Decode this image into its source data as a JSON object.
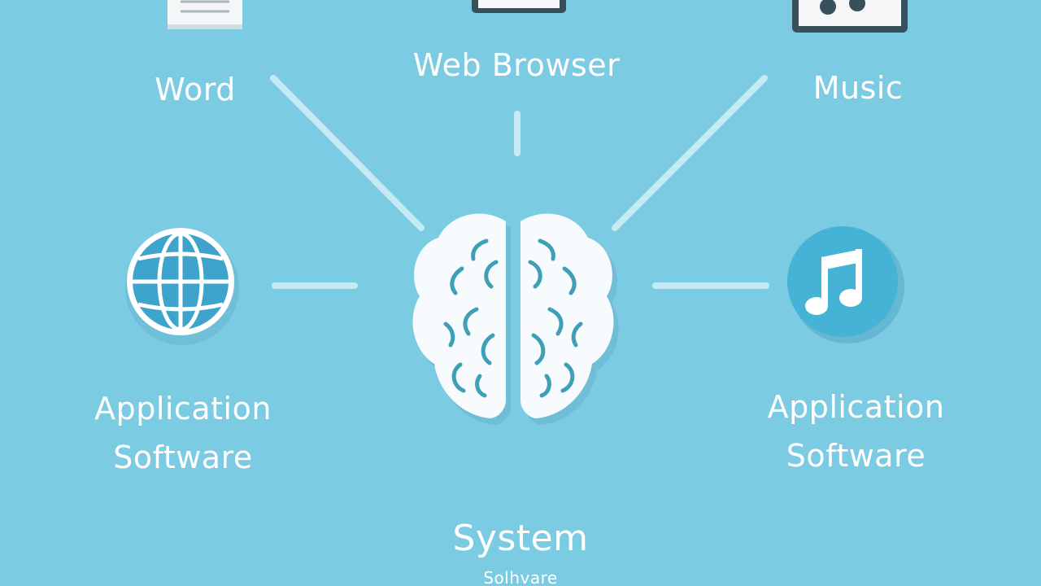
{
  "colors": {
    "background": "#7bcbe3",
    "text": "#ffffff",
    "connector": "#d3f0f8",
    "brain": "#f7fbfd",
    "brain_lines": "#3f9fb7",
    "accent_circle": "#45b3d6"
  },
  "nodes": {
    "word": {
      "label": "Word",
      "icon": "document-icon"
    },
    "web_browser": {
      "label": "Web Browser",
      "icon": "browser-window-icon"
    },
    "music": {
      "label": "Music",
      "icon": "music-player-icon"
    },
    "app_left": {
      "line1": "Application",
      "line2": "Software",
      "icon": "globe-icon"
    },
    "app_right": {
      "line1": "Application",
      "line2": "Software",
      "icon": "music-note-icon"
    },
    "center": {
      "icon": "brain-icon"
    },
    "system": {
      "label": "System",
      "sublabel": "Solhvare"
    }
  }
}
